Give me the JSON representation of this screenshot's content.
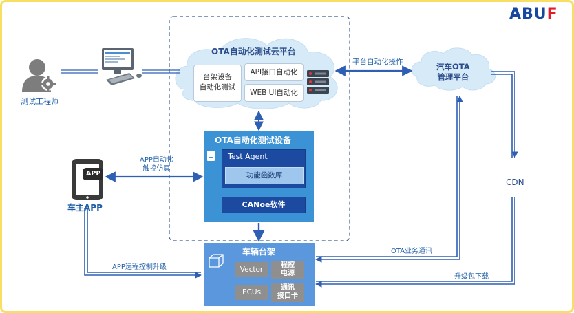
{
  "logo": {
    "prefix": "ABU",
    "accent": "F"
  },
  "actors": {
    "engineer_label": "测试工程师",
    "owner_app_label": "车主APP",
    "phone_badge": "APP",
    "cdn_label": "CDN"
  },
  "cloud_platform": {
    "title": "OTA自动化测试云平台",
    "rig_auto_test": [
      "台架设备",
      "自动化测试"
    ],
    "api_auto": "API接口自动化",
    "webui_auto": "WEB UI自动化"
  },
  "ota_mgmt": {
    "title": [
      "汽车OTA",
      "管理平台"
    ]
  },
  "test_device": {
    "title": "OTA自动化测试设备",
    "test_agent": "Test Agent",
    "func_lib": "功能函数库",
    "canoe": "CANoe软件"
  },
  "vehicle_rig": {
    "title": "车辆台架",
    "vector": "Vector",
    "programmable_power": [
      "程控",
      "电源"
    ],
    "ecus": "ECUs",
    "comm_card": [
      "通讯",
      "接口卡"
    ]
  },
  "edge_labels": {
    "platform_ops": "平台自动化操作",
    "app_auto": [
      "APP自动化",
      "触控仿真"
    ],
    "app_remote": "APP远程控制升级",
    "ota_comm": "OTA业务通讯",
    "pkg_download": "升级包下载"
  },
  "colors": {
    "line_blue": "#2f5fb3",
    "cloud_fill": "#d7eaf8",
    "device_fill": "#3b93d6",
    "agent_fill": "#1c4aa0",
    "rig_fill": "#5a97dc",
    "gray_box": "#8f8f8f",
    "frame": "#f6df63",
    "dashed": "#3a5f9a"
  }
}
